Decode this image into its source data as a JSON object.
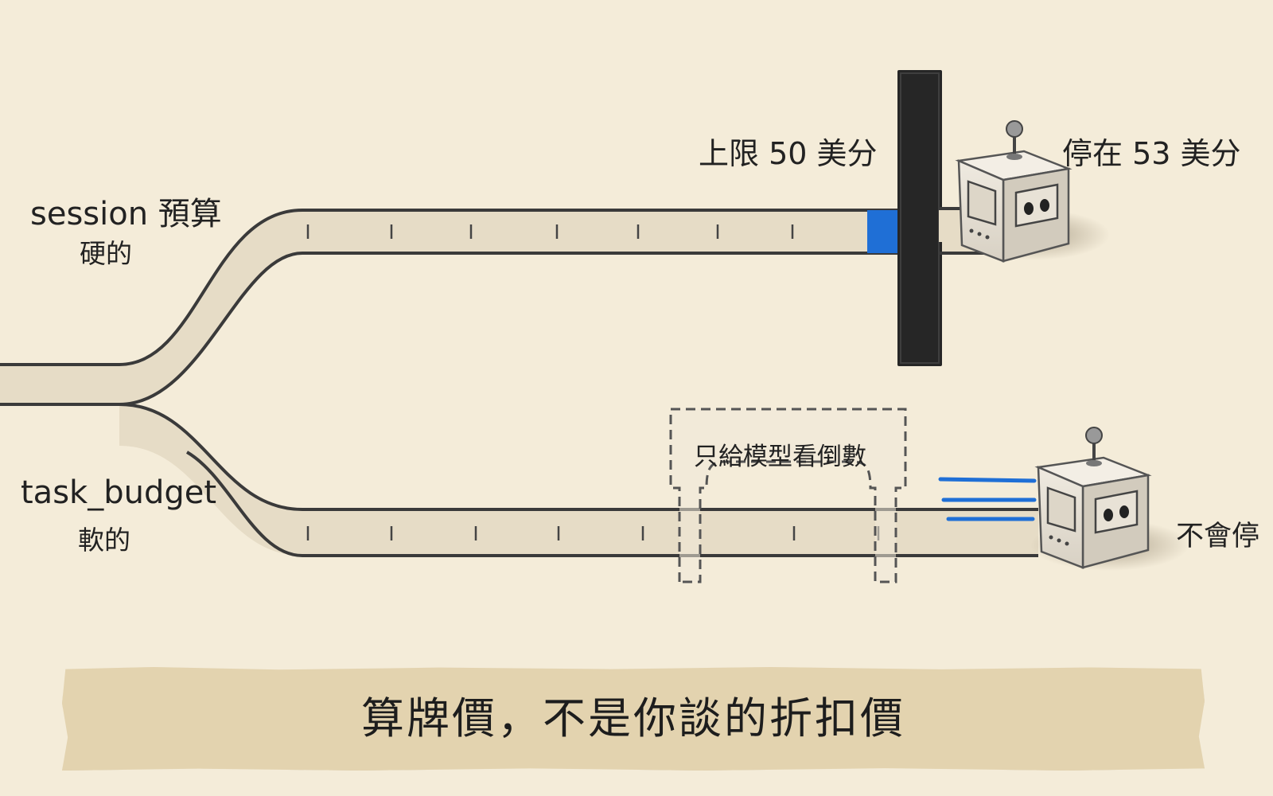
{
  "upper_track": {
    "label": "session 預算",
    "sublabel": "硬的",
    "limit_label": "上限 50 美分",
    "stopped_label": "停在 53 美分"
  },
  "lower_track": {
    "label": "task_budget",
    "sublabel": "軟的",
    "countdown_label": "只給模型看倒數",
    "no_stop_label": "不會停"
  },
  "banner": {
    "text": "算牌價，不是你談的折扣價"
  },
  "colors": {
    "background": "#f4ecd9",
    "track_fill": "#e6dcc6",
    "track_outline": "#3a3a3a",
    "barrier": "#262626",
    "overrun_accent": "#1f6fd6",
    "banner_paper": "#e3d3af"
  },
  "icons": [
    "robot-icon",
    "motion-lines-icon",
    "limit-barrier-icon"
  ]
}
